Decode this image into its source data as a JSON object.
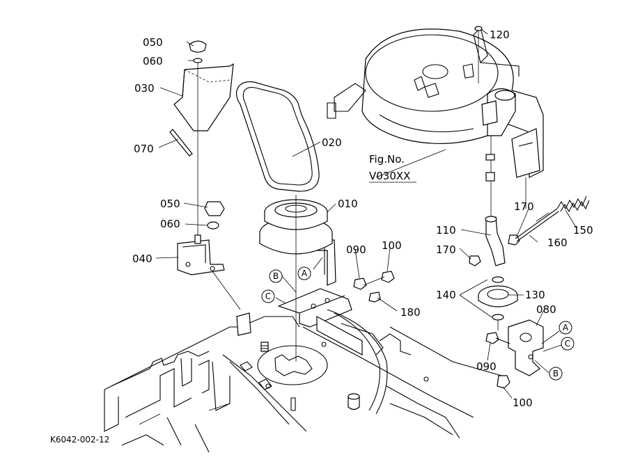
{
  "diagram_code": "K6042-002-12",
  "fig_ref": {
    "line1": "Fig.No.",
    "line2": "V030XX"
  },
  "parts": {
    "p010": "010",
    "p020": "020",
    "p030": "030",
    "p040": "040",
    "p050a": "050",
    "p050b": "050",
    "p060a": "060",
    "p060b": "060",
    "p070": "070",
    "p080": "080",
    "p090a": "090",
    "p090b": "090",
    "p100a": "100",
    "p100b": "100",
    "p110": "110",
    "p120": "120",
    "p130": "130",
    "p140": "140",
    "p150": "150",
    "p160": "160",
    "p170a": "170",
    "p170b": "170",
    "p180": "180"
  },
  "refs": {
    "a1": "A",
    "b1": "B",
    "c1": "C",
    "a2": "A",
    "b2": "B",
    "c2": "C"
  }
}
